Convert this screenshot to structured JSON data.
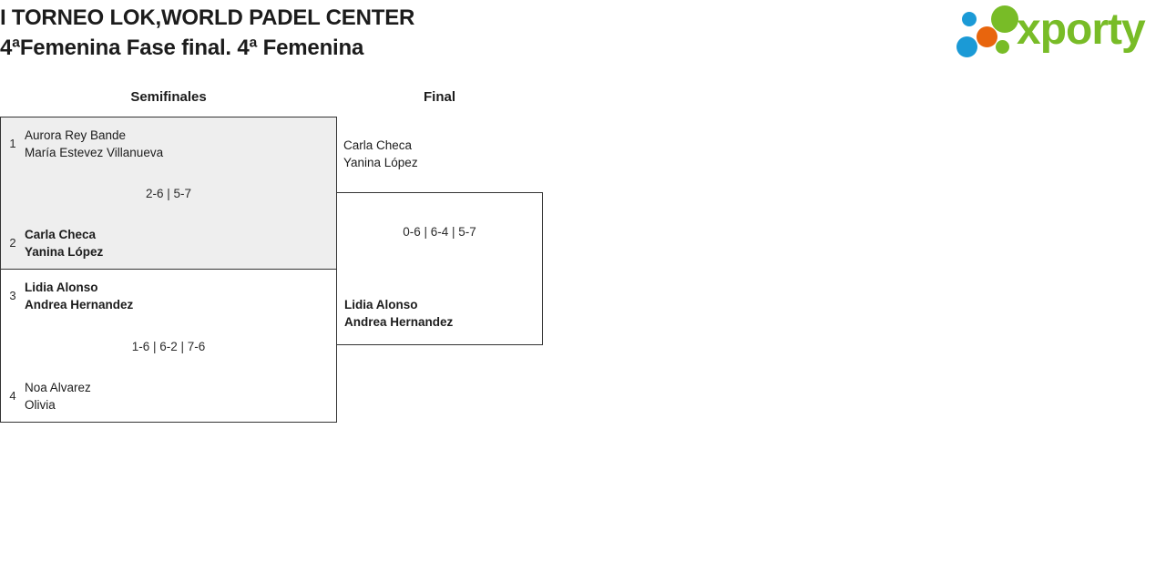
{
  "header": {
    "title_line_1": "I TORNEO LOK,WORLD PADEL CENTER",
    "title_line_2": "4ªFemenina Fase final. 4ª Femenina"
  },
  "logo": {
    "wordmark": "xporty",
    "colors": {
      "green": "#78bc27",
      "blue": "#1b9ad6",
      "orange": "#e8650d"
    }
  },
  "bracket": {
    "rounds": [
      {
        "label": "Semifinales"
      },
      {
        "label": "Final"
      }
    ],
    "matches": {
      "semifinal_1": {
        "score": "2-6 | 5-7",
        "team_top": {
          "seed": "1",
          "player_1": "Aurora Rey Bande",
          "player_2": "María Estevez Villanueva",
          "result": "loser"
        },
        "team_bottom": {
          "seed": "2",
          "player_1": "Carla Checa",
          "player_2": "Yanina López",
          "result": "winner"
        }
      },
      "semifinal_2": {
        "score": "1-6 | 6-2 | 7-6",
        "team_top": {
          "seed": "3",
          "player_1": "Lidia Alonso",
          "player_2": "Andrea Hernandez",
          "result": "winner"
        },
        "team_bottom": {
          "seed": "4",
          "player_1": "Noa Alvarez",
          "player_2": "Olivia",
          "result": "loser"
        }
      },
      "final": {
        "score": "0-6 | 6-4 | 5-7",
        "team_top": {
          "seed": "",
          "player_1": "Carla Checa",
          "player_2": "Yanina López",
          "result": "loser"
        },
        "team_bottom": {
          "seed": "",
          "player_1": "Lidia Alonso",
          "player_2": "Andrea Hernandez",
          "result": "winner"
        }
      }
    }
  }
}
